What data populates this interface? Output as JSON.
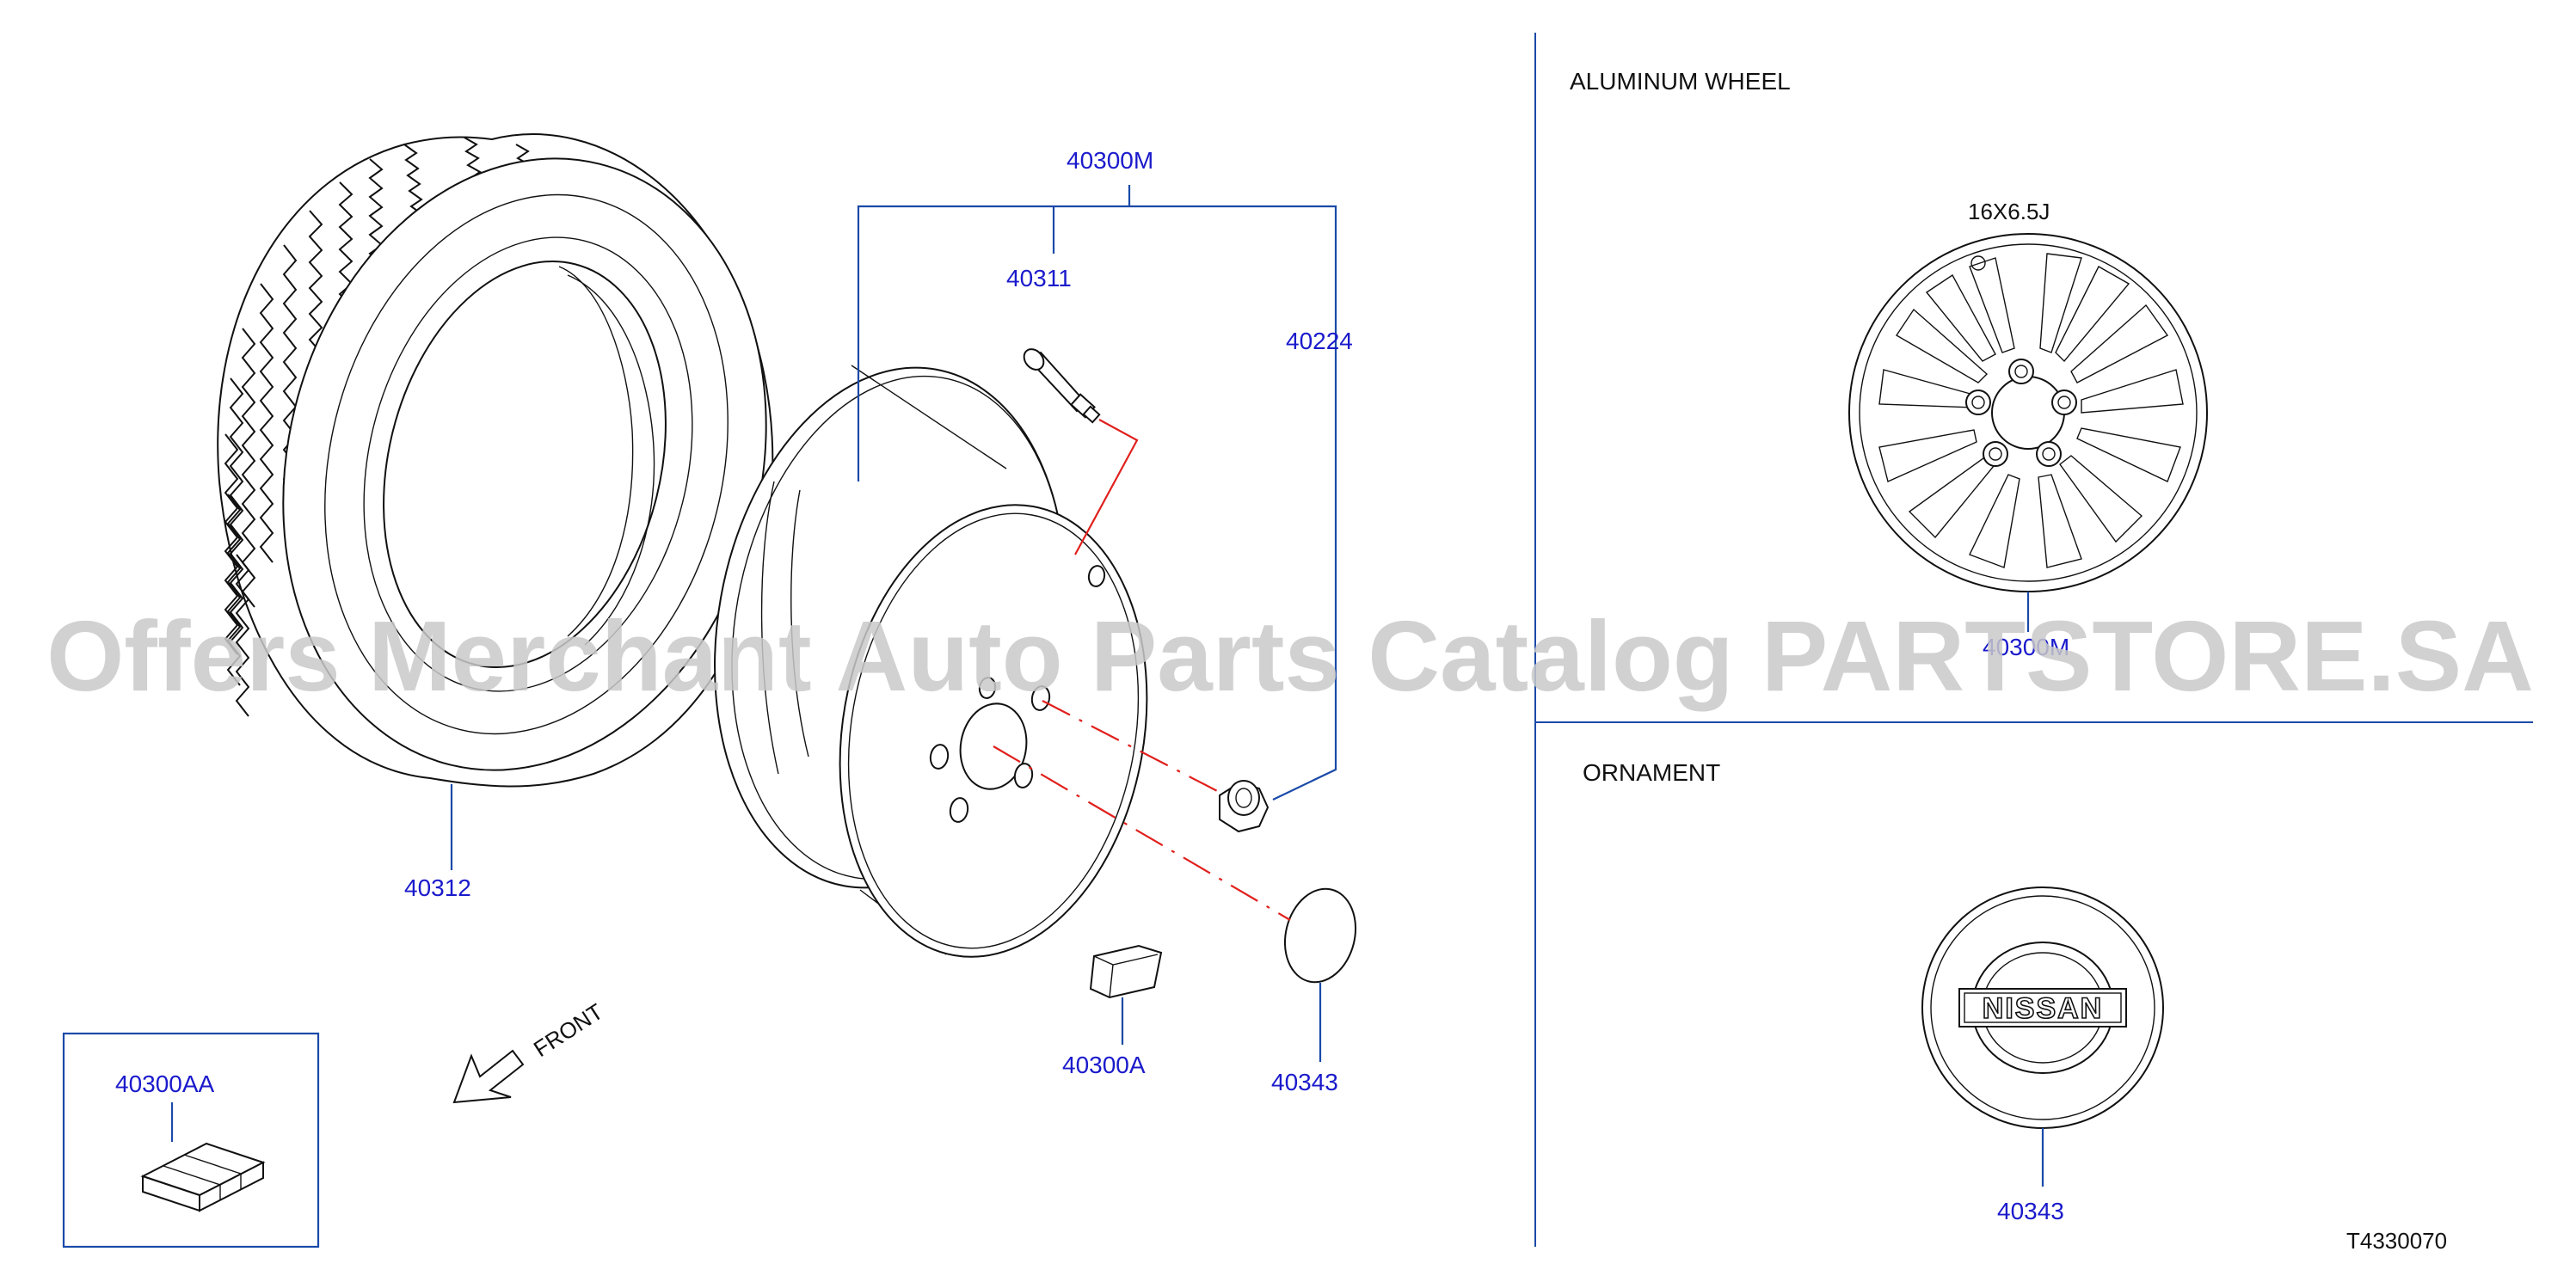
{
  "sections": {
    "aluminum_wheel_title": "ALUMINUM   WHEEL",
    "ornament_title": "ORNAMENT"
  },
  "wheel_size_label": "16X6.5J",
  "diagram_code": "T4330070",
  "front_label": "FRONT",
  "watermark_text": "Offers Merchant Auto Parts Catalog PARTSTORE.SA",
  "ornament_logo_text": "NISSAN",
  "part_numbers": {
    "wheel_assembly": "40300M",
    "valve": "40311",
    "nut": "40224",
    "tire": "40312",
    "balance_weight": "40300A",
    "cap": "40343",
    "weight_kit": "40300AA",
    "aluminum_wheel": "40300M",
    "ornament": "40343"
  },
  "colors": {
    "label_blue": "#1a1acc",
    "leader_blue": "#1a4aa8",
    "red_line": "#e0201c",
    "watermark_gray": "#c9c9c9"
  }
}
